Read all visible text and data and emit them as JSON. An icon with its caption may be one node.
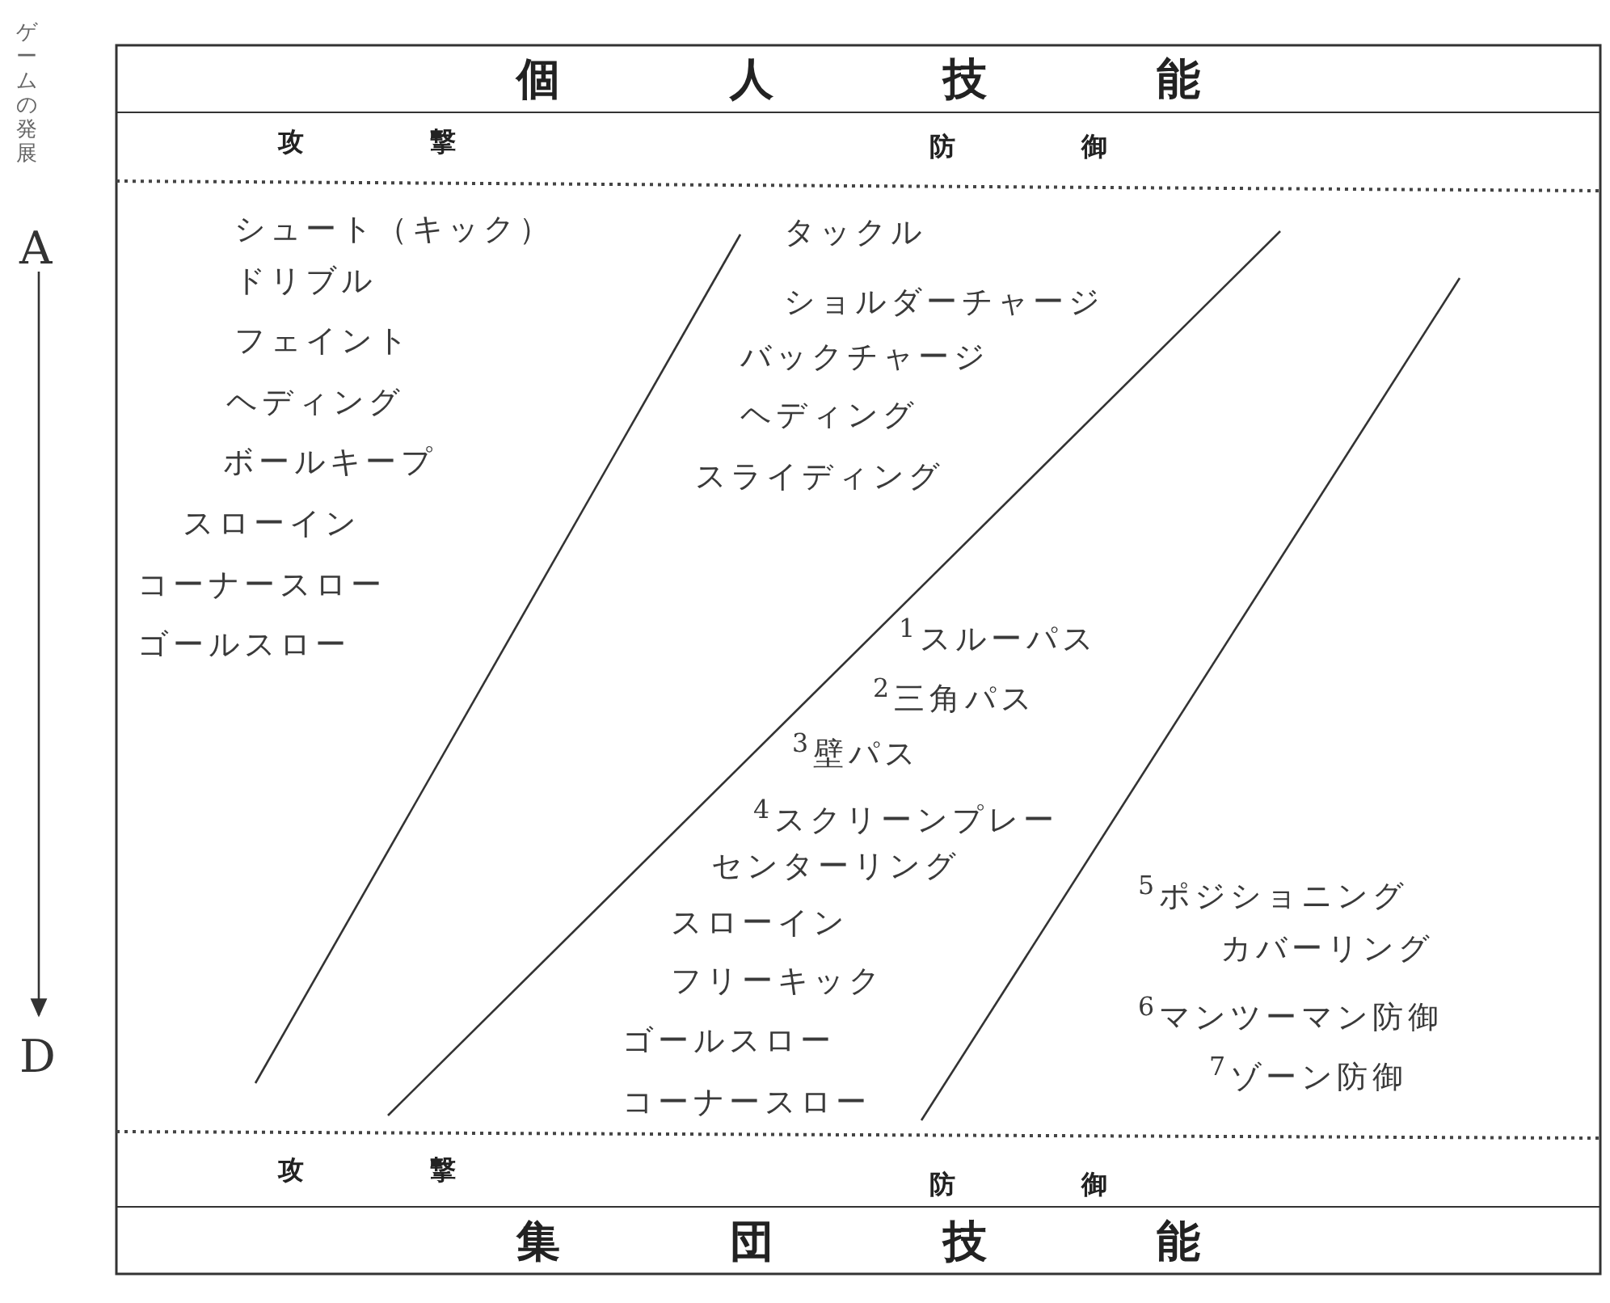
{
  "diagram": {
    "nodes": [
      {
        "text": [
          "個人技能"
        ]
      },
      {
        "text": [
          "集団技能"
        ]
      }
    ],
    "labels": [
      "ゲームの発展",
      "A",
      "攻撃",
      "防御",
      "シュート（キック）",
      "タックル",
      "ドリブル",
      "ショルダーチャージ",
      "フェイント",
      "バックチャージ",
      "ヘディング",
      "ヘディング",
      "ボールキープ",
      "スライディング",
      "スローイン",
      "コーナースロー",
      "ゴールスロー",
      "$^{1}$スルーパス",
      "$^{2}$三角パス",
      "$^{3}$壁パス",
      "$^{4}$スクリーンプレー",
      "センターリング",
      "$^{5}$ポジショニング",
      "スローイン",
      "カバーリング",
      "フリーキック",
      "$^{6}$マンツーマン防御",
      "ゴールスロー",
      "D",
      "$^{7}$ゾーン防御",
      "コーナースロー",
      "攻撃",
      "防御"
    ]
  }
}
